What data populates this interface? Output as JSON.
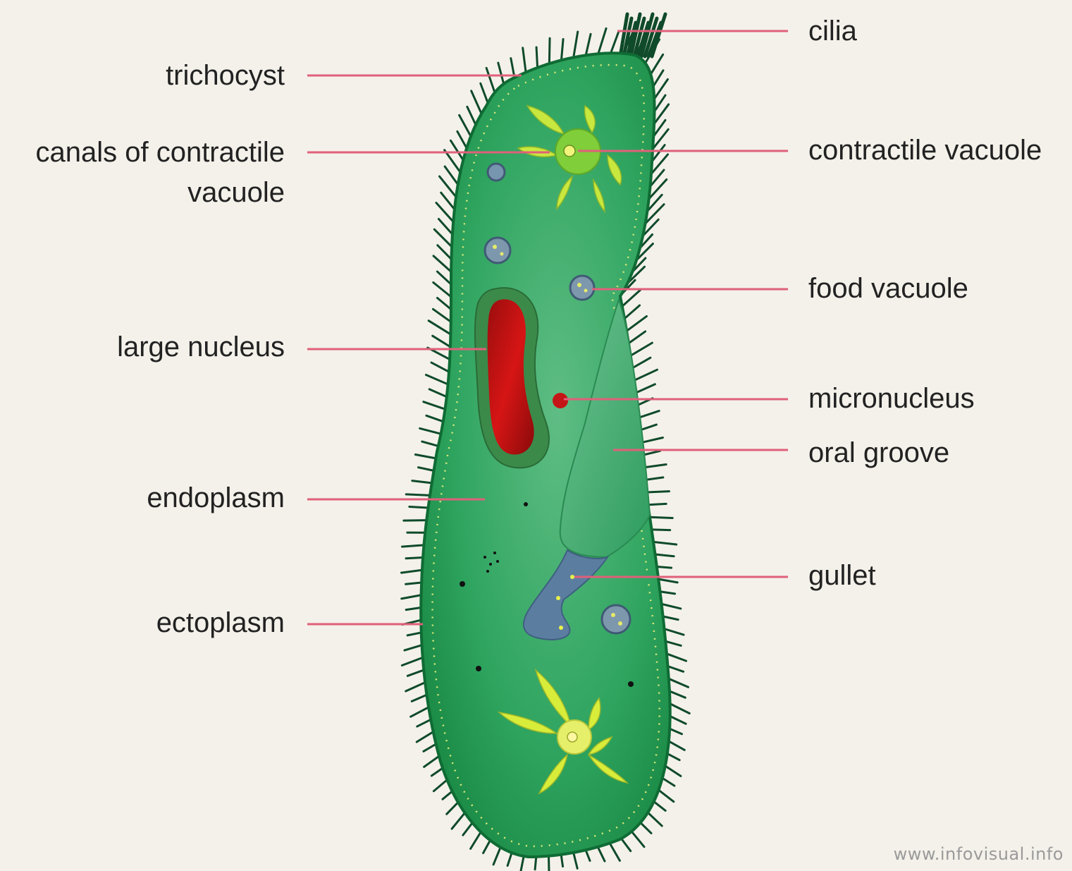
{
  "labels_left": {
    "trichocyst": "trichocyst",
    "canals_line1": "canals of contractile",
    "canals_line2": "vacuole",
    "large_nucleus": "large nucleus",
    "endoplasm": "endoplasm",
    "ectoplasm": "ectoplasm"
  },
  "labels_right": {
    "cilia": "cilia",
    "contractile_vacuole": "contractile vacuole",
    "food_vacuole": "food vacuole",
    "micronucleus": "micronucleus",
    "oral_groove": "oral groove",
    "gullet": "gullet"
  },
  "watermark": "www.infovisual.info",
  "colors": {
    "background": "#f4f1ea",
    "leader_line": "#e0607a",
    "body_green": "#1f9a52",
    "body_light": "#56b47a",
    "nucleus_red": "#b01010",
    "micronucleus_red": "#c41616",
    "vacuole_yellow": "#d8ec3a",
    "gullet_blue": "#5b7ea0",
    "cilia": "#0f4a2a"
  }
}
